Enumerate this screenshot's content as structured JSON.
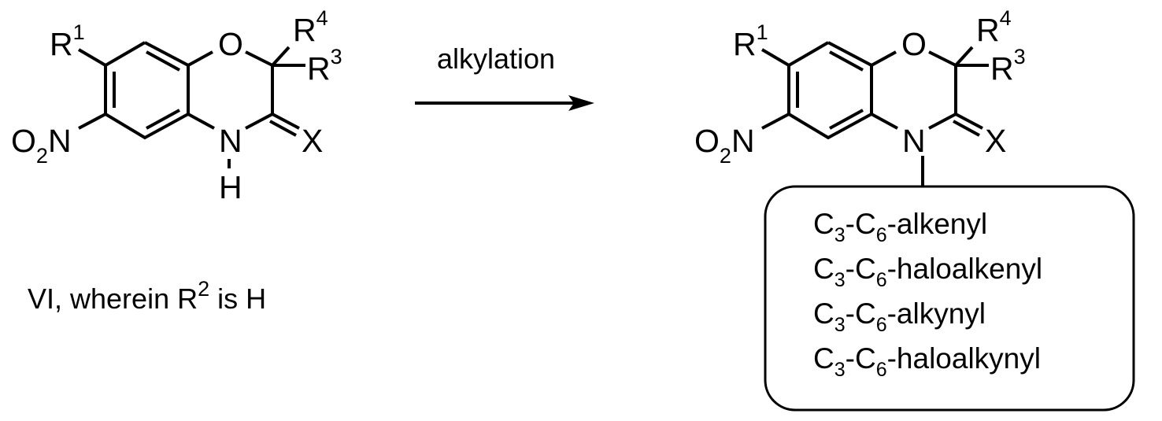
{
  "reaction": {
    "arrow_label": "alkylation",
    "reactant_caption": {
      "prefix": "VI, wherein R",
      "sup": "2",
      "suffix": " is H"
    }
  },
  "atoms": {
    "R": "R",
    "R1_sup": "1",
    "R3_sup": "3",
    "R4_sup": "4",
    "O": "O",
    "N": "N",
    "H": "H",
    "X": "X",
    "O2N_O": "O",
    "O2N_sub": "2",
    "O2N_N": "N"
  },
  "substituents": [
    {
      "c1_sub": "3",
      "c2_sub": "6",
      "name": "-alkenyl"
    },
    {
      "c1_sub": "3",
      "c2_sub": "6",
      "name": "-haloalkenyl"
    },
    {
      "c1_sub": "3",
      "c2_sub": "6",
      "name": "-alkynyl"
    },
    {
      "c1_sub": "3",
      "c2_sub": "6",
      "name": "-haloalkynyl"
    }
  ]
}
